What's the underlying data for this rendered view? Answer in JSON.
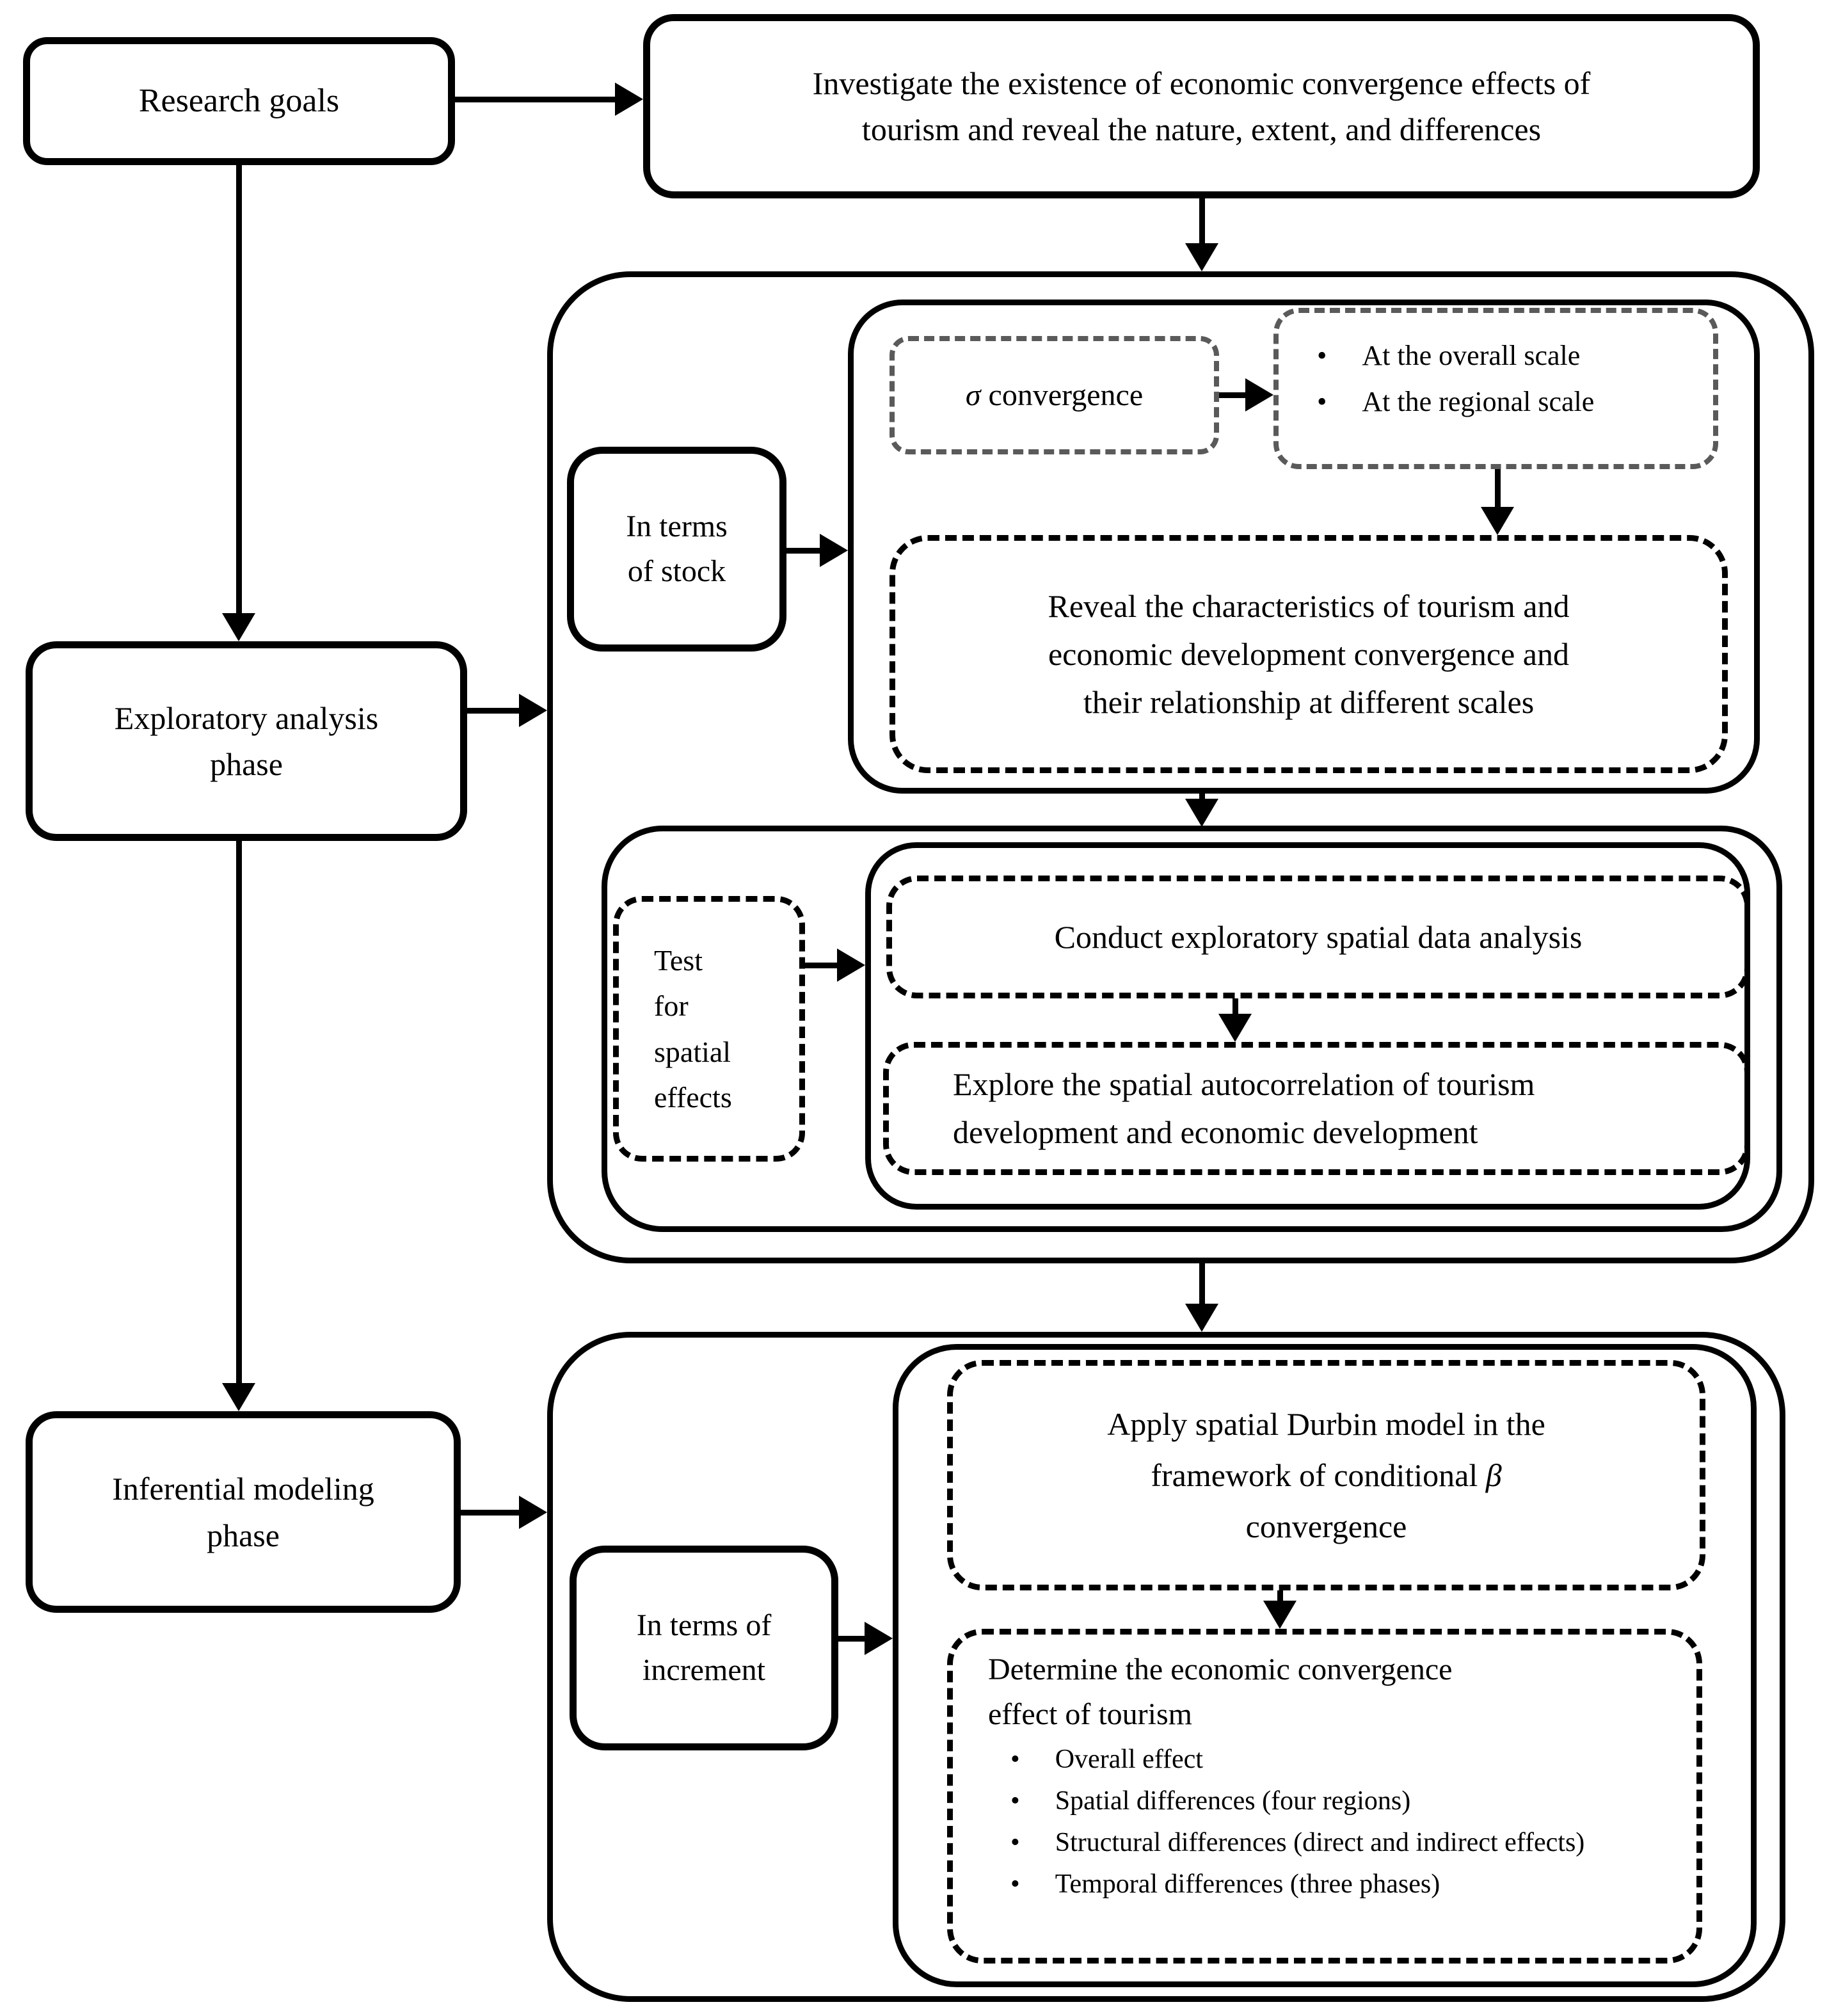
{
  "figure": {
    "nodes": {
      "research_goals": {
        "label": "Research goals"
      },
      "investigate": {
        "lines": [
          "Investigate the existence of economic convergence effects of",
          "tourism and reveal the nature, extent, and differences"
        ]
      },
      "exploratory_phase": {
        "lines": [
          "Exploratory analysis",
          "phase"
        ]
      },
      "inferential_phase": {
        "lines": [
          "Inferential modeling",
          "phase"
        ]
      },
      "in_terms_of_stock": {
        "lines": [
          "In terms",
          "of stock"
        ]
      },
      "sigma_convergence": {
        "sigma": "σ",
        "rest": " convergence"
      },
      "scales": {
        "items": [
          "At the overall scale",
          "At the regional scale"
        ]
      },
      "reveal": {
        "lines": [
          "Reveal the characteristics of tourism and",
          "economic development convergence and",
          "their relationship at different scales"
        ]
      },
      "test_spatial": {
        "lines": [
          "Test",
          "for",
          "spatial",
          "effects"
        ]
      },
      "conduct": {
        "label": "Conduct exploratory spatial data analysis"
      },
      "explore": {
        "lines": [
          "Explore the spatial autocorrelation of tourism",
          "development and economic development"
        ]
      },
      "in_terms_of_increment": {
        "lines": [
          "In terms of",
          "increment"
        ]
      },
      "apply_sdm": {
        "line1": "Apply spatial Durbin model in the",
        "line2_pre": "framework of conditional ",
        "beta": "β",
        "line3": "convergence"
      },
      "determine": {
        "title_lines": [
          "Determine the economic convergence",
          "effect of tourism"
        ],
        "bullets": [
          "Overall effect",
          "Spatial differences (four regions)",
          "Structural differences (direct and indirect effects)",
          "Temporal differences (three phases)"
        ]
      }
    },
    "glyphs": {
      "bullet": "•"
    },
    "colors": {
      "ink": "#000000",
      "gray_dash": "#5a5a5a",
      "background": "#ffffff"
    }
  }
}
